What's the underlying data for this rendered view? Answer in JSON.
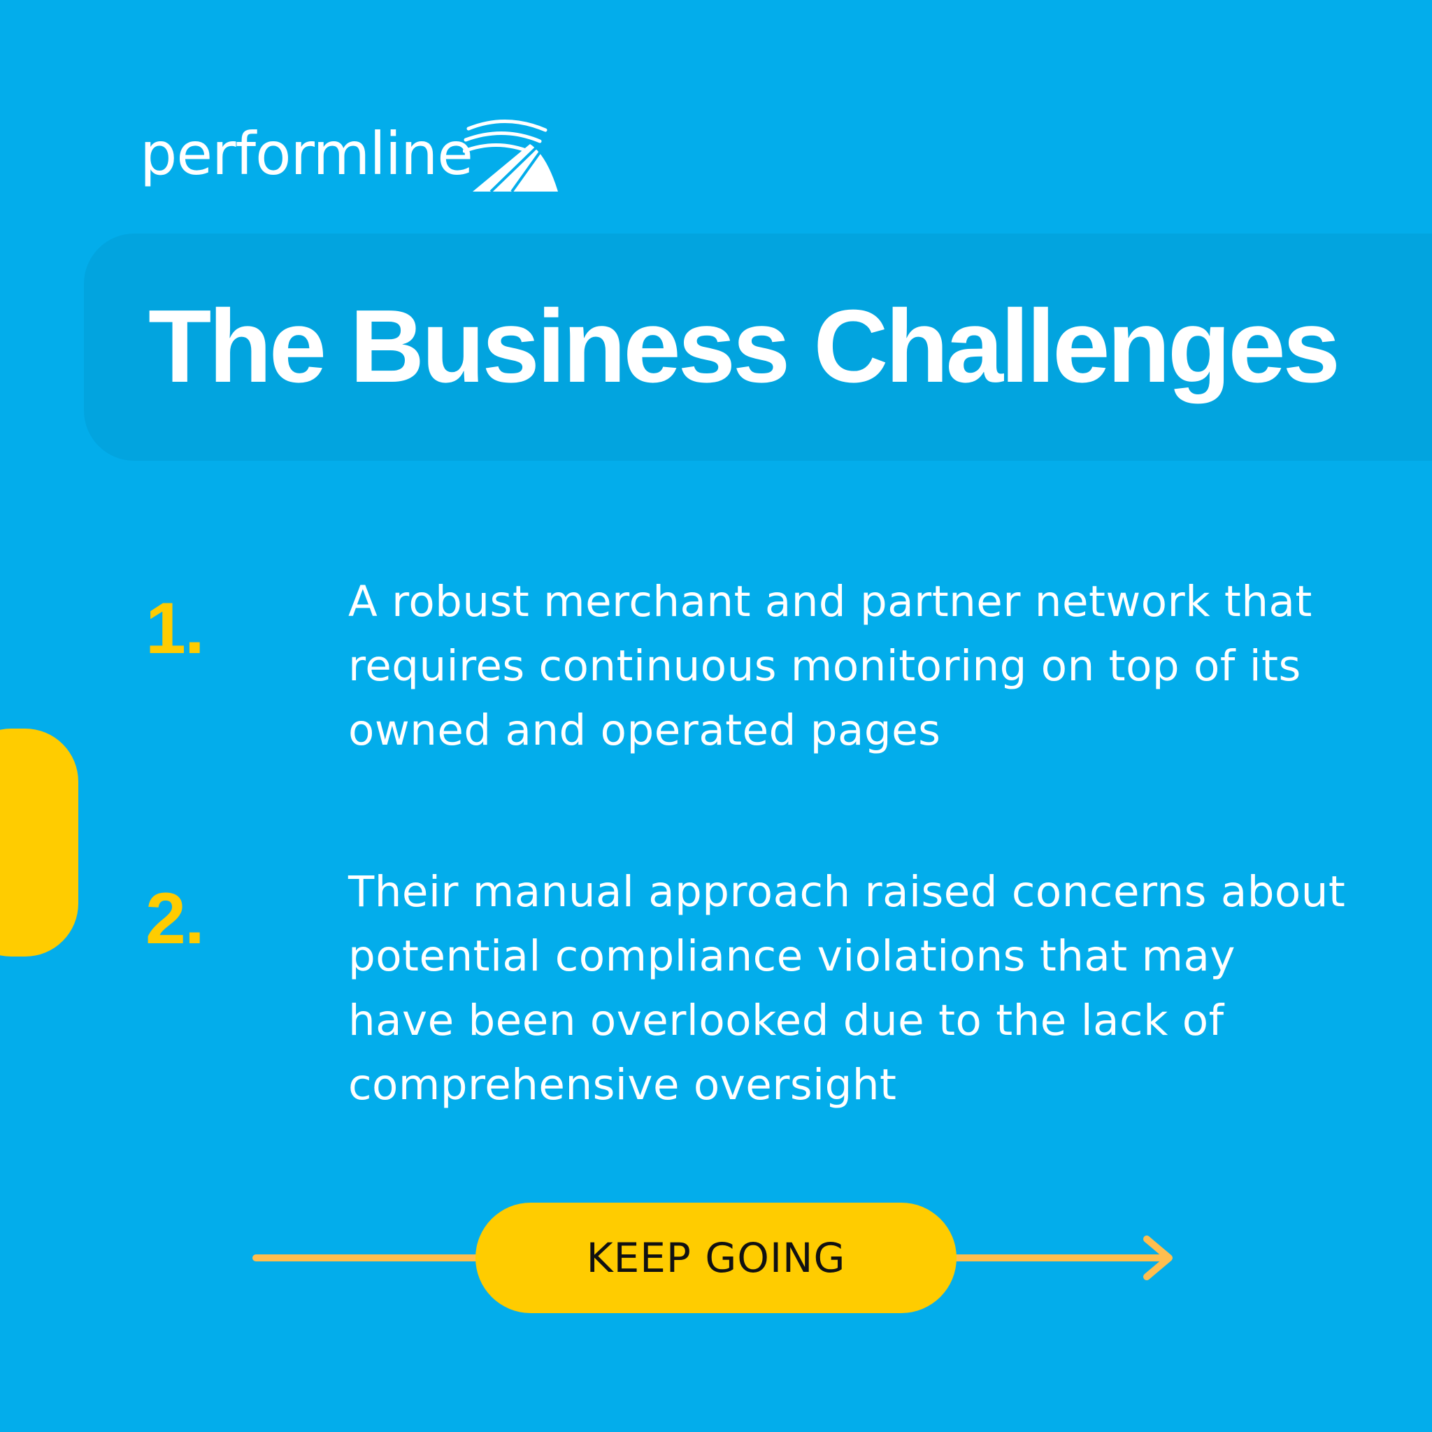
{
  "brand": {
    "name": "performline",
    "logo_icon": "speedometer-arc-icon",
    "primary_color": "#03ADEB",
    "band_color": "#02A4DF",
    "accent_color": "#FFCC00",
    "arrow_color": "#FFBE4F",
    "text_color": "#FFFFFF"
  },
  "header": {
    "title": "The Business Challenges"
  },
  "challenges": [
    {
      "number": "1.",
      "text": "A robust merchant and partner network that requires continuous monitoring on top of its owned and operated pages"
    },
    {
      "number": "2.",
      "text": "Their manual approach raised concerns about potential compliance violations that may have been overlooked due to the lack of comprehensive oversight"
    }
  ],
  "cta": {
    "label": "KEEP GOING",
    "icon": "arrow-right-icon"
  }
}
